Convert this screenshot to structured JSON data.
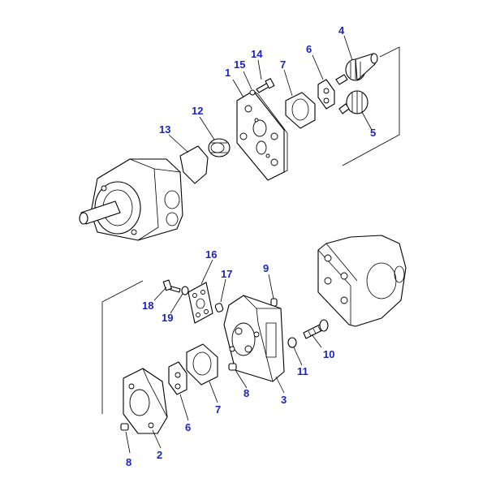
{
  "callout_color": "#1a24c4",
  "callouts": [
    {
      "id": "c1",
      "label": "1"
    },
    {
      "id": "c2",
      "label": "2"
    },
    {
      "id": "c3",
      "label": "3"
    },
    {
      "id": "c4",
      "label": "4"
    },
    {
      "id": "c5",
      "label": "5"
    },
    {
      "id": "c6a",
      "label": "6"
    },
    {
      "id": "c6b",
      "label": "6"
    },
    {
      "id": "c7a",
      "label": "7"
    },
    {
      "id": "c7b",
      "label": "7"
    },
    {
      "id": "c8a",
      "label": "8"
    },
    {
      "id": "c8b",
      "label": "8"
    },
    {
      "id": "c9",
      "label": "9"
    },
    {
      "id": "c10",
      "label": "10"
    },
    {
      "id": "c11",
      "label": "11"
    },
    {
      "id": "c12",
      "label": "12"
    },
    {
      "id": "c13",
      "label": "13"
    },
    {
      "id": "c14",
      "label": "14"
    },
    {
      "id": "c15",
      "label": "15"
    },
    {
      "id": "c16",
      "label": "16"
    },
    {
      "id": "c17",
      "label": "17"
    },
    {
      "id": "c18",
      "label": "18"
    },
    {
      "id": "c19",
      "label": "19"
    }
  ]
}
